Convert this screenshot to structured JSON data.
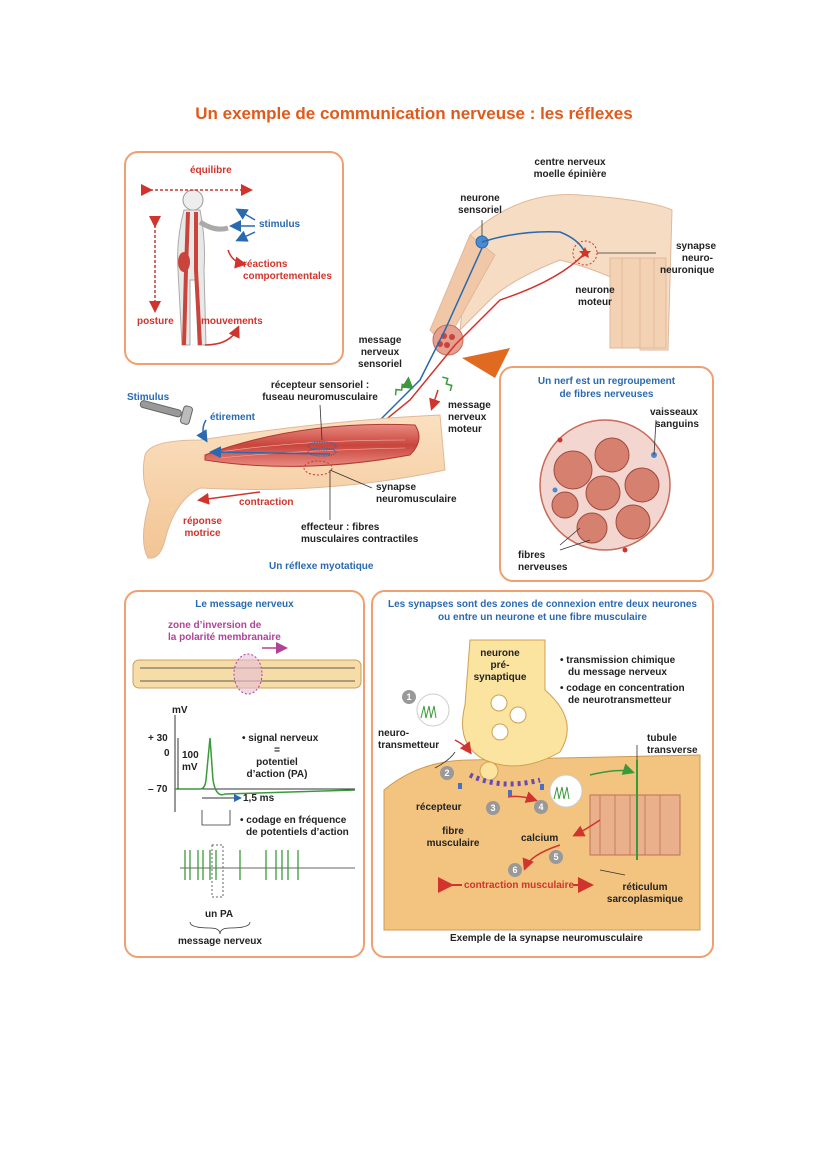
{
  "title": "Un exemple de communication nerveuse : les réflexes",
  "behavior_panel": {
    "equilibre": "équilibre",
    "stimulus": "stimulus",
    "reactions": [
      "réactions",
      "comportementales"
    ],
    "posture": "posture",
    "mouvements": "mouvements"
  },
  "reflex": {
    "centre": [
      "centre nerveux",
      "moelle épinière"
    ],
    "neurone_sensoriel": [
      "neurone",
      "sensoriel"
    ],
    "synapse_neuro": [
      "synapse",
      "neuro-",
      "neuronique"
    ],
    "neurone_moteur": [
      "neurone",
      "moteur"
    ],
    "message_sensoriel": [
      "message",
      "nerveux",
      "sensoriel"
    ],
    "message_moteur": [
      "message",
      "nerveux",
      "moteur"
    ],
    "recepteur": [
      "récepteur sensoriel :",
      "fuseau neuromusculaire"
    ],
    "stimulus": "Stimulus",
    "etirement": "étirement",
    "contraction": "contraction",
    "reponse": [
      "réponse",
      "motrice"
    ],
    "synapse_nm": [
      "synapse",
      "neuromusculaire"
    ],
    "effecteur": [
      "effecteur : fibres",
      "musculaires contractiles"
    ],
    "caption": "Un réflexe myotatique"
  },
  "nerve_panel": {
    "title": [
      "Un nerf est un regroupement",
      "de fibres nerveuses"
    ],
    "vaisseaux": [
      "vaisseaux",
      "sanguins"
    ],
    "fibres": [
      "fibres",
      "nerveuses"
    ]
  },
  "message_panel": {
    "title": "Le message nerveux",
    "zone": [
      "zone d’inversion de",
      "la polarité membranaire"
    ],
    "mv": "mV",
    "plus30": "+ 30",
    "zero": "0",
    "minus70": "– 70",
    "hundred": [
      "100",
      "mV"
    ],
    "signal": [
      "• signal nerveux",
      "=",
      "potentiel",
      "d’action (PA)"
    ],
    "duration": "1,5 ms",
    "codage": [
      "• codage en fréquence",
      "de potentiels d’action"
    ],
    "un_pa": "un PA",
    "message": "message nerveux"
  },
  "synapse_panel": {
    "title": [
      "Les synapses sont des zones de connexion entre deux neurones",
      "ou entre un neurone et une fibre musculaire"
    ],
    "neurone_pre": [
      "neurone",
      "pré-",
      "synaptique"
    ],
    "bullets": [
      "• transmission chimique",
      "du message nerveux",
      "• codage en concentration",
      "de neurotransmetteur"
    ],
    "neurotransmetteur": [
      "neuro-",
      "transmetteur"
    ],
    "tubule": [
      "tubule",
      "transverse"
    ],
    "recepteur": "récepteur",
    "fibre": [
      "fibre",
      "musculaire"
    ],
    "calcium": "calcium",
    "contraction": "contraction musculaire",
    "reticulum": [
      "réticulum",
      "sarcoplasmique"
    ],
    "steps": [
      "1",
      "2",
      "3",
      "4",
      "5",
      "6"
    ],
    "caption": "Exemple de la synapse neuromusculaire"
  },
  "colors": {
    "accent": "#e05a1c",
    "blue": "#2a69b0",
    "red": "#d0342c",
    "border": "#f0a070"
  }
}
